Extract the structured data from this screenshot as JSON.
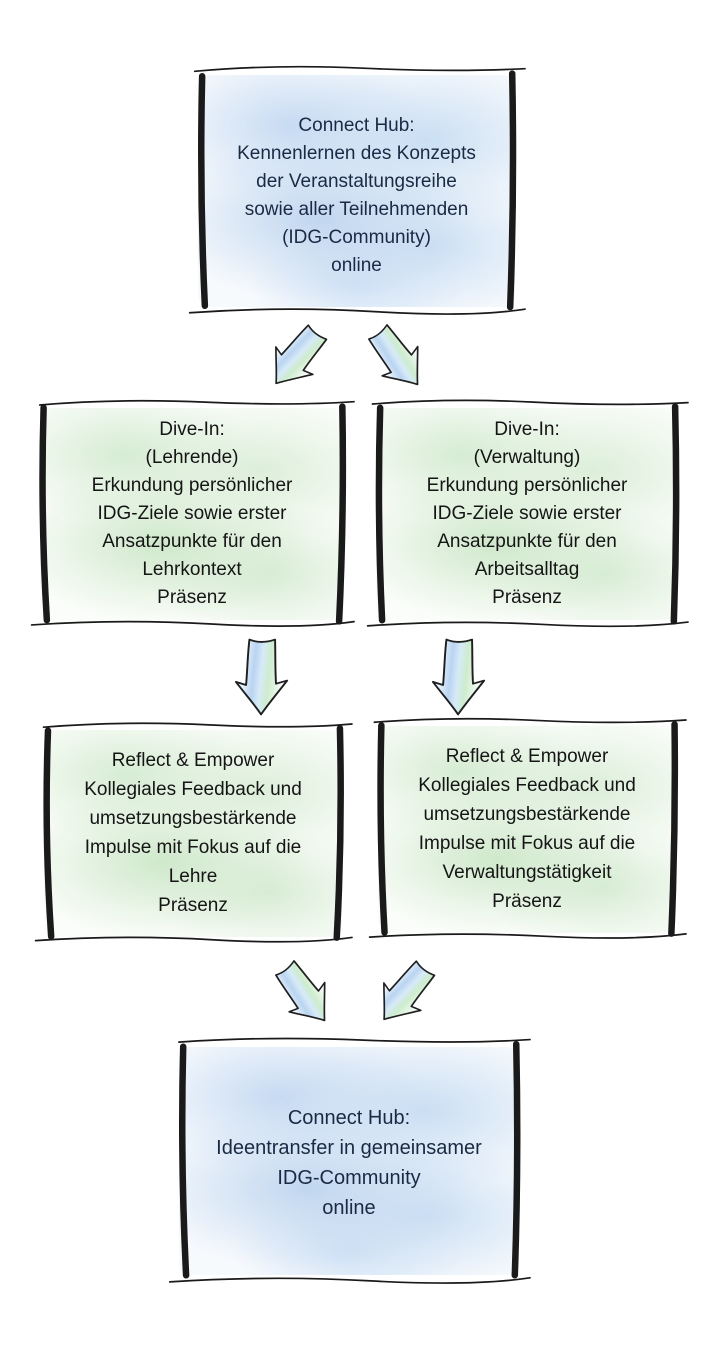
{
  "title": "IDG Veranstaltungsreihe Ablauf-Diagramm",
  "colors": {
    "blue_box_fill": "#c6daf2",
    "green_box_fill": "#d6ecd3",
    "frame_ink": "#1a1a1a",
    "blue_box_text": "#1b2a44",
    "green_box_text": "#151515",
    "arrow_band_blue": "#b9d4f1",
    "arrow_band_green": "#cdeccd"
  },
  "boxes": [
    {
      "id": "connect-hub-top",
      "theme": "blue",
      "lines": [
        "Connect Hub:",
        "Kennenlernen des Konzepts",
        "der Veranstaltungsreihe",
        "sowie aller Teilnehmenden",
        "(IDG-Community)",
        "online"
      ]
    },
    {
      "id": "dive-in-lehrende",
      "theme": "green",
      "lines": [
        "Dive-In:",
        "(Lehrende)",
        "Erkundung persönlicher",
        "IDG-Ziele sowie erster",
        "Ansatzpunkte für den",
        "Lehrkontext",
        "Präsenz"
      ]
    },
    {
      "id": "dive-in-verwaltung",
      "theme": "green",
      "lines": [
        "Dive-In:",
        "(Verwaltung)",
        "Erkundung persönlicher",
        "IDG-Ziele sowie erster",
        "Ansatzpunkte für den",
        "Arbeitsalltag",
        "Präsenz"
      ]
    },
    {
      "id": "reflect-empower-lehre",
      "theme": "green",
      "lines": [
        "Reflect & Empower",
        "Kollegiales Feedback und",
        "umsetzungsbestärkende",
        "Impulse mit Fokus auf die",
        "Lehre",
        "Präsenz"
      ]
    },
    {
      "id": "reflect-empower-verwaltung",
      "theme": "green",
      "lines": [
        "Reflect & Empower",
        "Kollegiales Feedback und",
        "umsetzungsbestärkende",
        "Impulse mit Fokus auf die",
        "Verwaltungstätigkeit",
        "Präsenz"
      ]
    },
    {
      "id": "connect-hub-bottom",
      "theme": "blue",
      "lines": [
        "Connect Hub:",
        "Ideentransfer in gemeinsamer",
        "IDG-Community",
        "online"
      ]
    }
  ],
  "arrows": [
    {
      "from": "connect-hub-top",
      "to": "dive-in-lehrende",
      "direction": "down-left"
    },
    {
      "from": "connect-hub-top",
      "to": "dive-in-verwaltung",
      "direction": "down-right"
    },
    {
      "from": "dive-in-lehrende",
      "to": "reflect-empower-lehre",
      "direction": "down"
    },
    {
      "from": "dive-in-verwaltung",
      "to": "reflect-empower-verwaltung",
      "direction": "down"
    },
    {
      "from": "reflect-empower-lehre",
      "to": "connect-hub-bottom",
      "direction": "down-right"
    },
    {
      "from": "reflect-empower-verwaltung",
      "to": "connect-hub-bottom",
      "direction": "down-left"
    }
  ]
}
